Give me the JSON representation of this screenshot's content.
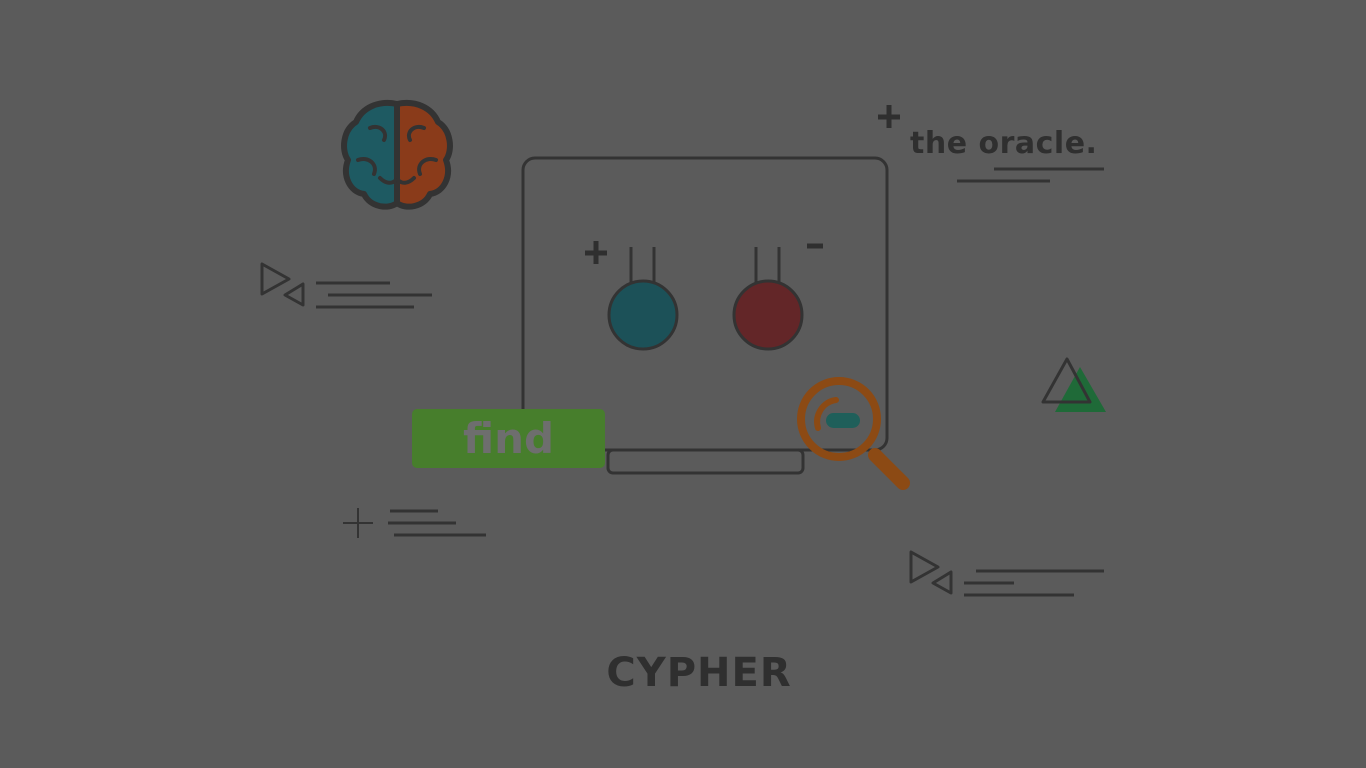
{
  "header_text": "the oracle.",
  "button": {
    "label": "find"
  },
  "footer_title": "CYPHER",
  "symbols": {
    "plus": "+",
    "minus": "-"
  },
  "icons": [
    "brain-icon",
    "monitor-icon",
    "flask-icon",
    "magnifier-icon",
    "triangle-icon",
    "arrowhead-icon",
    "crosshair-icon"
  ],
  "colors": {
    "background": "#5b5b5b",
    "outline": "#333333",
    "teal": "#1c5158",
    "red": "#632628",
    "green_badge": "#477e2c",
    "orange": "#8c4a14",
    "green_triangle": "#1f6a38"
  }
}
